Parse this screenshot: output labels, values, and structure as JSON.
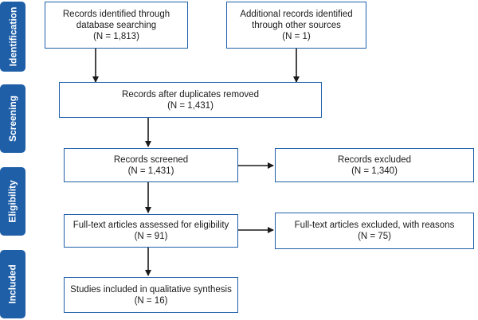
{
  "stages": {
    "identification": "Identification",
    "screening": "Screening",
    "eligibility": "Eligibility",
    "included": "Included"
  },
  "boxes": {
    "database_records": {
      "line1": "Records identified through",
      "line2": "database searching",
      "count": "(N = 1,813)"
    },
    "other_sources": {
      "line1": "Additional records identified",
      "line2": "through other sources",
      "count": "(N = 1)"
    },
    "after_duplicates": {
      "line1": "Records after duplicates removed",
      "count": "(N = 1,431)"
    },
    "screened": {
      "line1": "Records screened",
      "count": "(N = 1,431)"
    },
    "excluded": {
      "line1": "Records excluded",
      "count": "(N = 1,340)"
    },
    "fulltext_assessed": {
      "line1": "Full-text articles assessed for eligibility",
      "count": "(N = 91)"
    },
    "fulltext_excluded": {
      "line1": "Full-text articles excluded, with reasons",
      "count": "(N = 75)"
    },
    "qualitative": {
      "line1": "Studies included in qualitative synthesis",
      "count": "(N = 16)"
    }
  },
  "colors": {
    "accent": "#1f5fa8",
    "arrow": "#1a1a1a",
    "text": "#1a1a1a"
  }
}
